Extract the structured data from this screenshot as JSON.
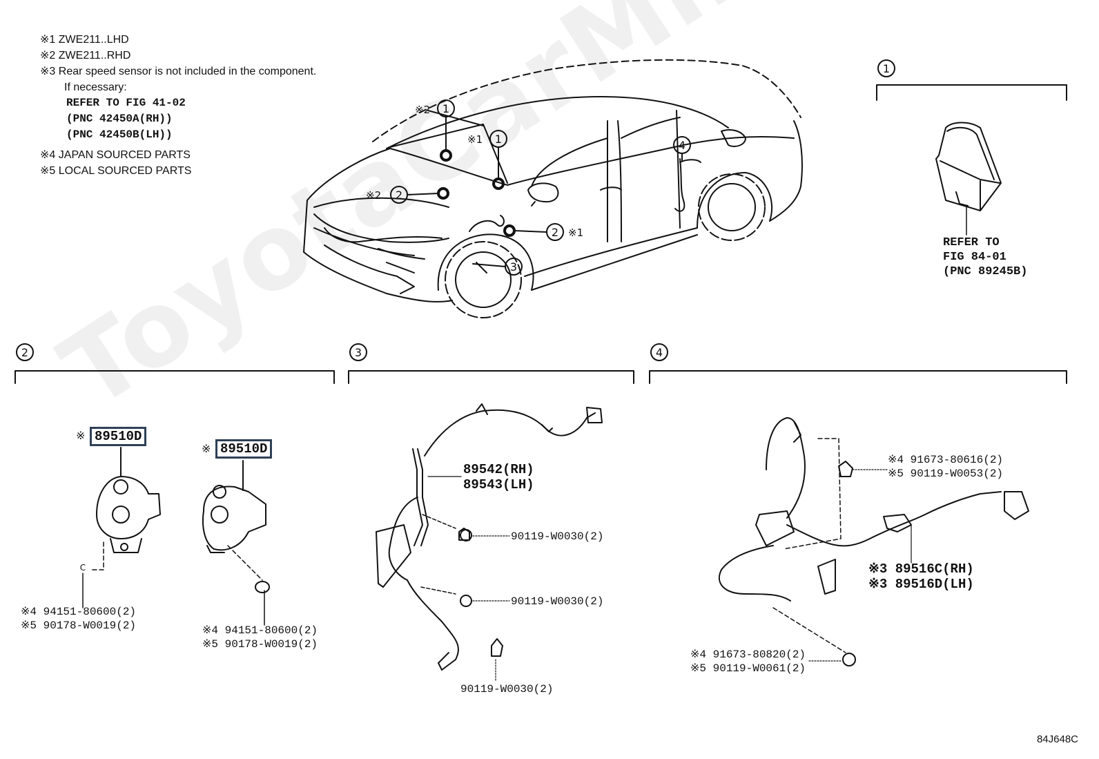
{
  "notes": [
    {
      "mark": "※1",
      "text": "ZWE211..LHD"
    },
    {
      "mark": "※2",
      "text": "ZWE211..RHD"
    },
    {
      "mark": "※3",
      "text": "Rear speed sensor is not included in the component."
    }
  ],
  "note3_sub": {
    "if_necessary": "If necessary:",
    "refer": "REFER TO FIG 41-02",
    "pnc_rh": "(PNC 42450A(RH))",
    "pnc_lh": "(PNC 42450B(LH))"
  },
  "notes_b": [
    {
      "mark": "※4",
      "text": "JAPAN SOURCED PARTS"
    },
    {
      "mark": "※5",
      "text": "LOCAL SOURCED PARTS"
    }
  ],
  "callouts": {
    "c1": "1",
    "c2": "2",
    "c3": "3",
    "c4": "4",
    "cc": "C"
  },
  "car_marks": {
    "m1": "※1",
    "m2": "※2"
  },
  "section1": {
    "refer": "REFER TO",
    "fig": "FIG 84-01",
    "pnc": "(PNC 89245B)"
  },
  "section2": {
    "part_a": "89510D",
    "part_b": "89510D",
    "prefix": "※",
    "a4": "※4 94151-80600(2)",
    "a5": "※5 90178-W0019(2)",
    "b4": "※4 94151-80600(2)",
    "b5": "※5 90178-W0019(2)"
  },
  "section3": {
    "rh": "89542(RH)",
    "lh": "89543(LH)",
    "bolt1": "90119-W0030(2)",
    "bolt2": "90119-W0030(2)",
    "bolt3": "90119-W0030(2)"
  },
  "section4": {
    "top4": "※4 91673-80616(2)",
    "top5": "※5 90119-W0053(2)",
    "rh": "※3 89516C(RH)",
    "lh": "※3 89516D(LH)",
    "bot4": "※4 91673-80820(2)",
    "bot5": "※5 90119-W0061(2)"
  },
  "diagram_code": "84J648C",
  "watermark": "ToyotaCarMine.ru"
}
